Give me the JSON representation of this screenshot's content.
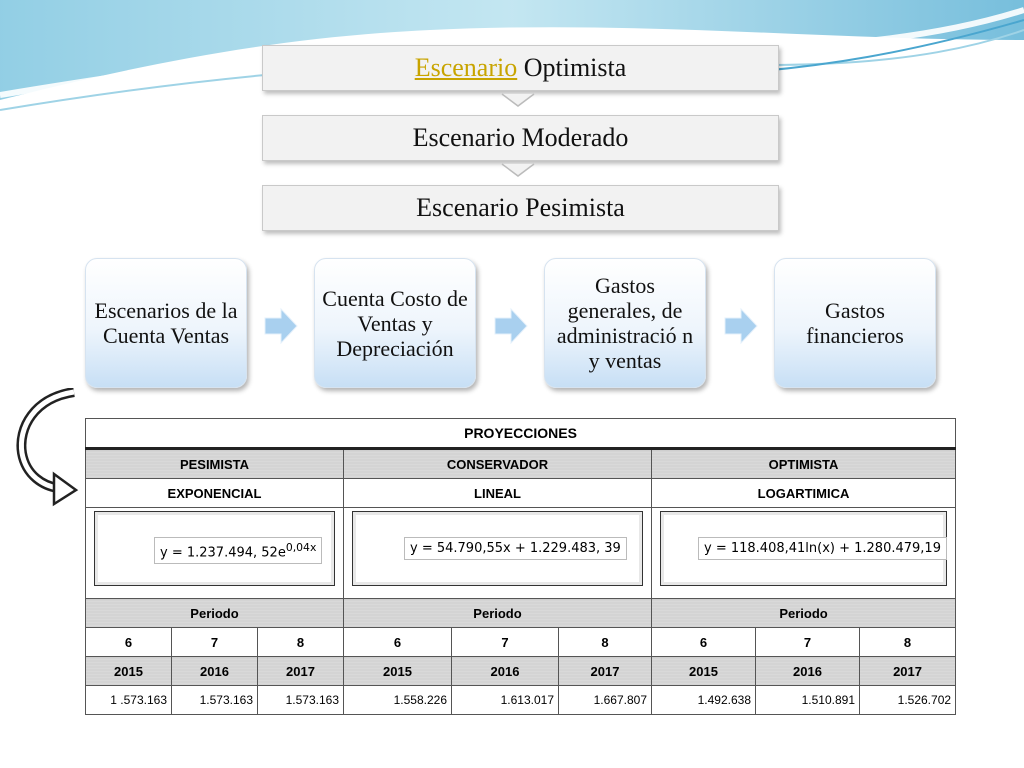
{
  "stack": {
    "optimista_word1": "Escenario",
    "optimista_word2": "Optimista",
    "moderado": "Escenario Moderado",
    "pesimista": "Escenario Pesimista"
  },
  "process": [
    "Escenarios de la Cuenta Ventas",
    "Cuenta Costo de Ventas y Depreciación",
    "Gastos generales, de administració n y ventas",
    "Gastos financieros"
  ],
  "table": {
    "title": "PROYECCIONES",
    "scenarios": [
      "PESIMISTA",
      "CONSERVADOR",
      "OPTIMISTA"
    ],
    "methods": [
      "EXPONENCIAL",
      "LINEAL",
      "LOGARTIMICA"
    ],
    "equations": [
      {
        "base": "y = 1.237.494, 52e",
        "exp": "0,04x"
      },
      {
        "base": "y = 54.790,55x  + 1.229.483, 39",
        "exp": ""
      },
      {
        "base": "y = 118.408,41ln(x) + 1.280.479,19",
        "exp": ""
      }
    ],
    "period_label": "Periodo",
    "periods": [
      "6",
      "7",
      "8",
      "6",
      "7",
      "8",
      "6",
      "7",
      "8"
    ],
    "years": [
      "2015",
      "2016",
      "2017",
      "2015",
      "2016",
      "2017",
      "2015",
      "2016",
      "2017"
    ],
    "values": [
      "1 .573.163",
      "1.573.163",
      "1.573.163",
      "1.558.226",
      "1.613.017",
      "1.667.807",
      "1.492.638",
      "1.510.891",
      "1.526.702"
    ]
  },
  "colors": {
    "accent_yellow": "#c8a400",
    "box_blue": "#c7dff5",
    "arrow_blue": "#9cc8ee",
    "header_grey": "#d9d9d9"
  }
}
